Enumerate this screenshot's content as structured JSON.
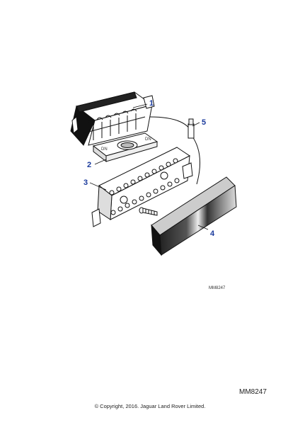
{
  "diagram": {
    "callouts": [
      "1",
      "2",
      "3",
      "4",
      "5"
    ],
    "drawing_code": "MM8247",
    "reference_code": "MM8247",
    "copyright": "© Copyright, 2016. Jaguar Land Rover Limited."
  },
  "colors": {
    "callout": "#1a3a9c",
    "line": "#111111"
  }
}
